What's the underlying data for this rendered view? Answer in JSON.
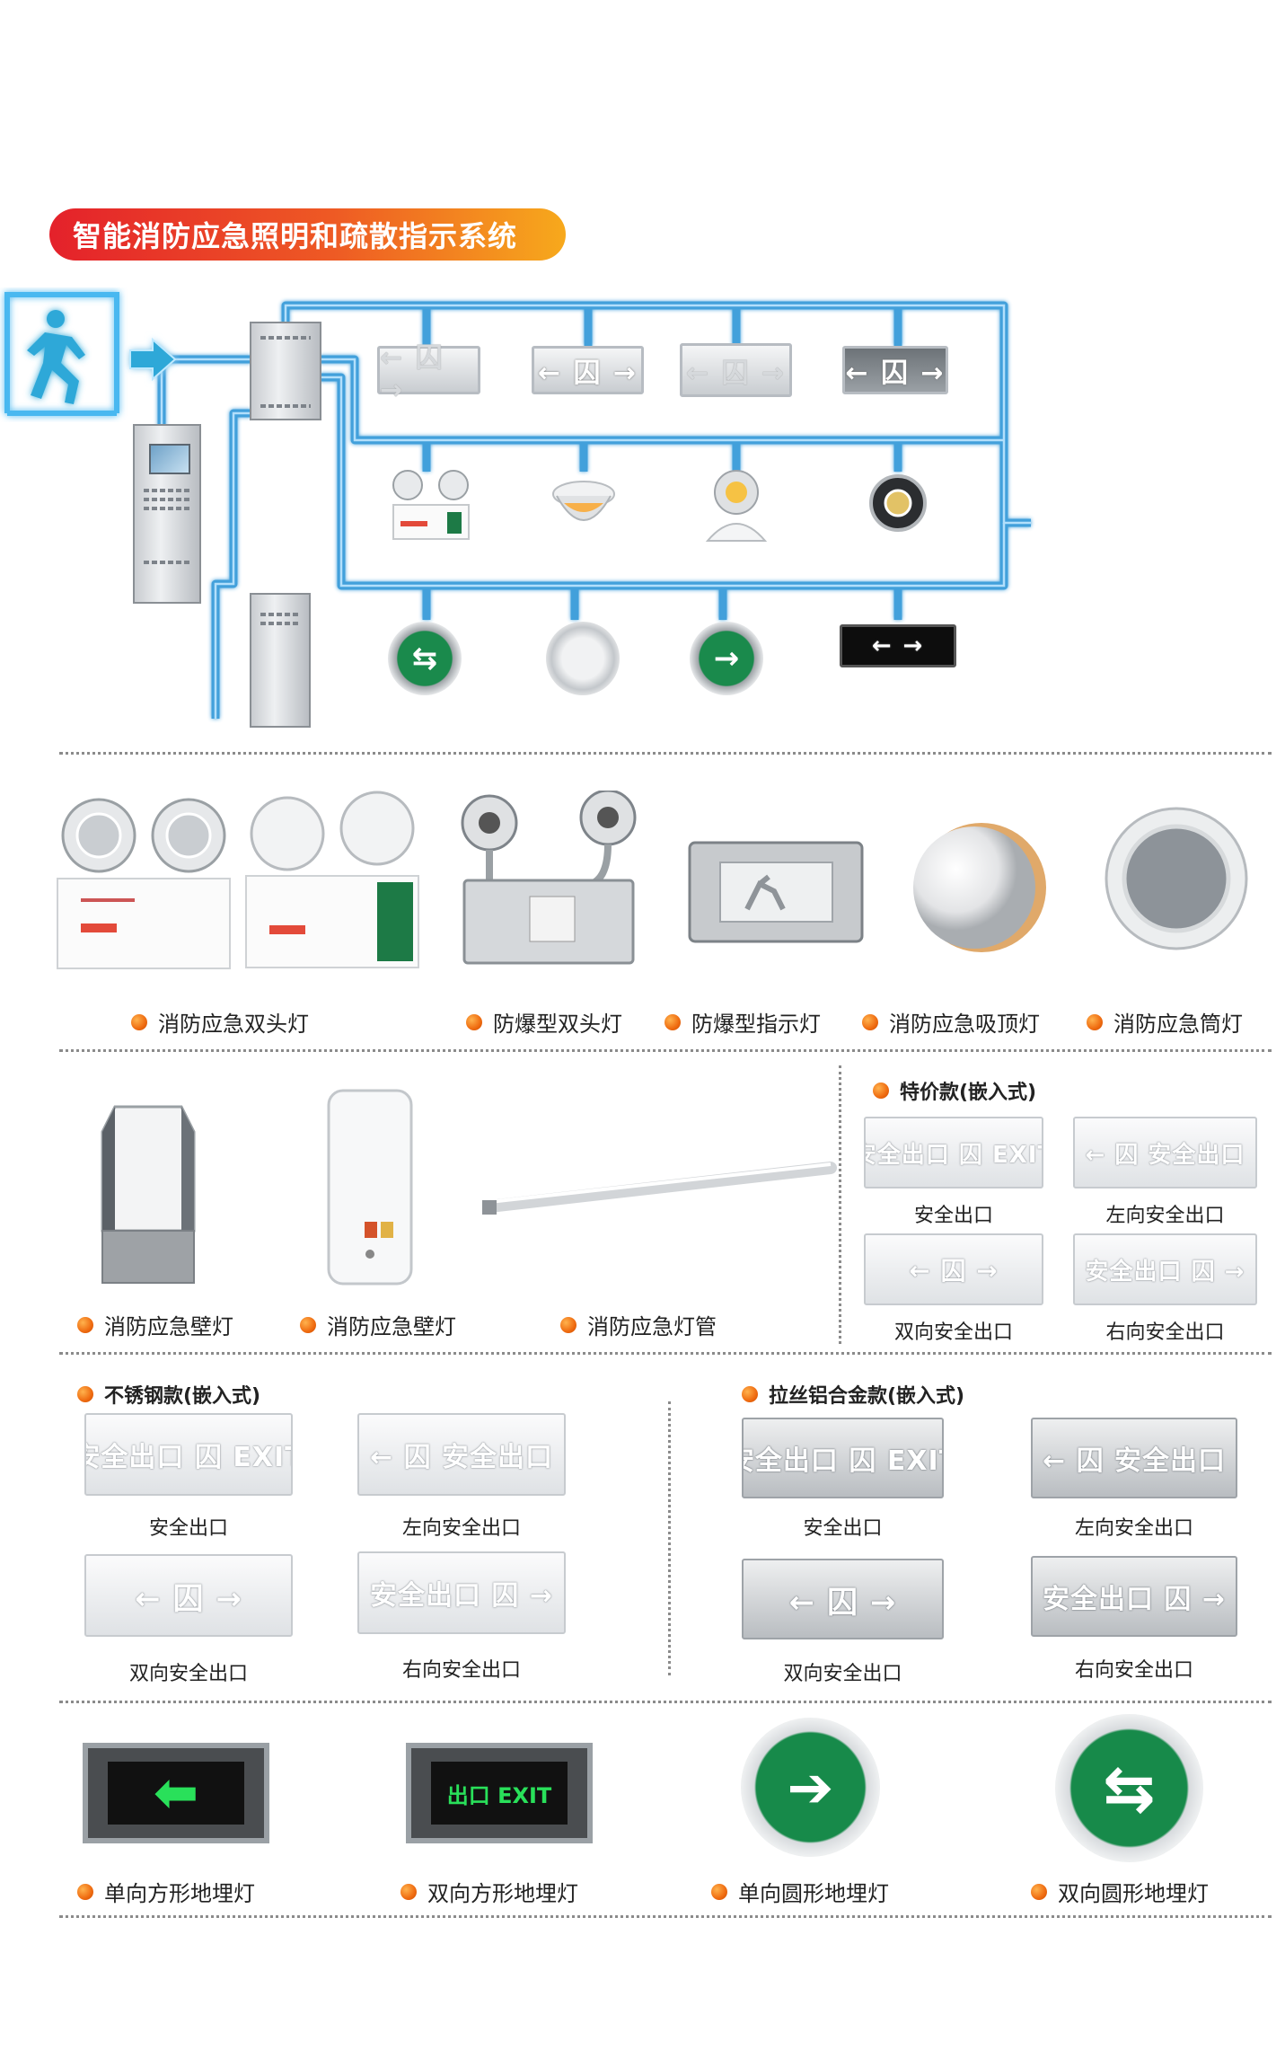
{
  "title": "智能消防应急照明和疏散指示系统",
  "diagram": {
    "exit_sign_glyphs": [
      "← 囚 →",
      "← 囚 →",
      "← 囚 →",
      "← 囚 →"
    ],
    "ground_glyphs": [
      "⇆",
      "",
      "→",
      "← →"
    ]
  },
  "row1": {
    "labels": [
      "消防应急双头灯",
      "防爆型双头灯",
      "防爆型指示灯",
      "消防应急吸顶灯",
      "消防应急筒灯"
    ]
  },
  "row2": {
    "labels": [
      "消防应急壁灯",
      "消防应急壁灯",
      "消防应急灯管"
    ],
    "special": {
      "title": "特价款(嵌入式)",
      "items": [
        "安全出口",
        "左向安全出口",
        "双向安全出口",
        "右向安全出口"
      ]
    }
  },
  "row3": {
    "stainless": {
      "title": "不锈钢款(嵌入式)",
      "items": [
        "安全出口",
        "左向安全出口",
        "双向安全出口",
        "右向安全出口"
      ]
    },
    "aluminum": {
      "title": "拉丝铝合金款(嵌入式)",
      "items": [
        "安全出口",
        "左向安全出口",
        "双向安全出口",
        "右向安全出口"
      ]
    }
  },
  "row4": {
    "labels": [
      "单向方形地埋灯",
      "双向方形地埋灯",
      "单向圆形地埋灯",
      "双向圆形地埋灯"
    ],
    "glyphs": [
      "⬅",
      "出口 EXIT",
      "➔",
      "⇆"
    ]
  },
  "colors": {
    "banner_start": "#e4212b",
    "banner_end": "#f7a91c",
    "accent_dot": "#ef6b10",
    "sign_green": "#178a4a",
    "pipe_blue": "#2e96d8"
  }
}
